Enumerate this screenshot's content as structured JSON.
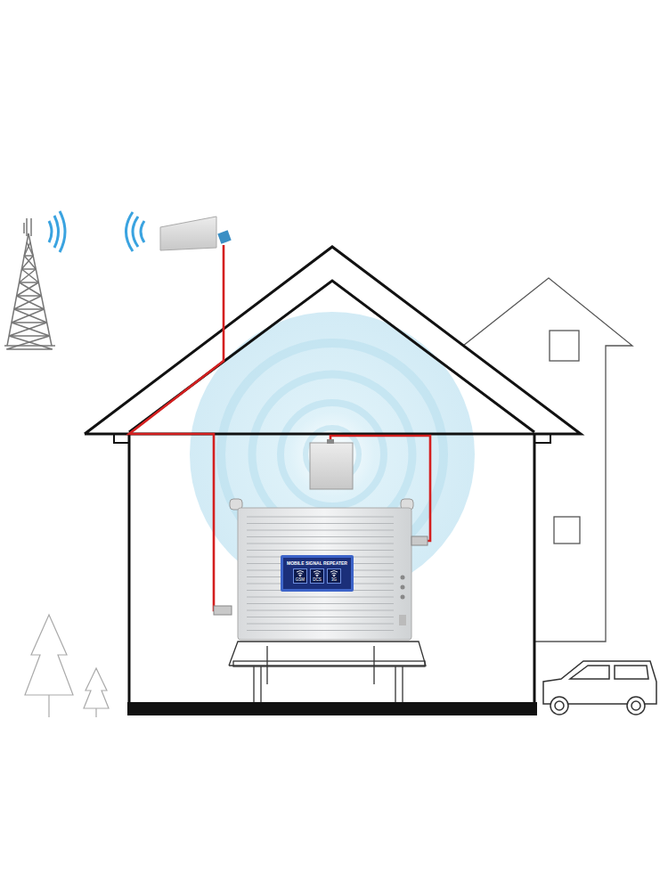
{
  "diagram": {
    "nodes": [
      {
        "text": [
          "MOBILE SIGNAL REPEATER",
          "GSM",
          "DCS",
          "3G"
        ]
      }
    ]
  }
}
